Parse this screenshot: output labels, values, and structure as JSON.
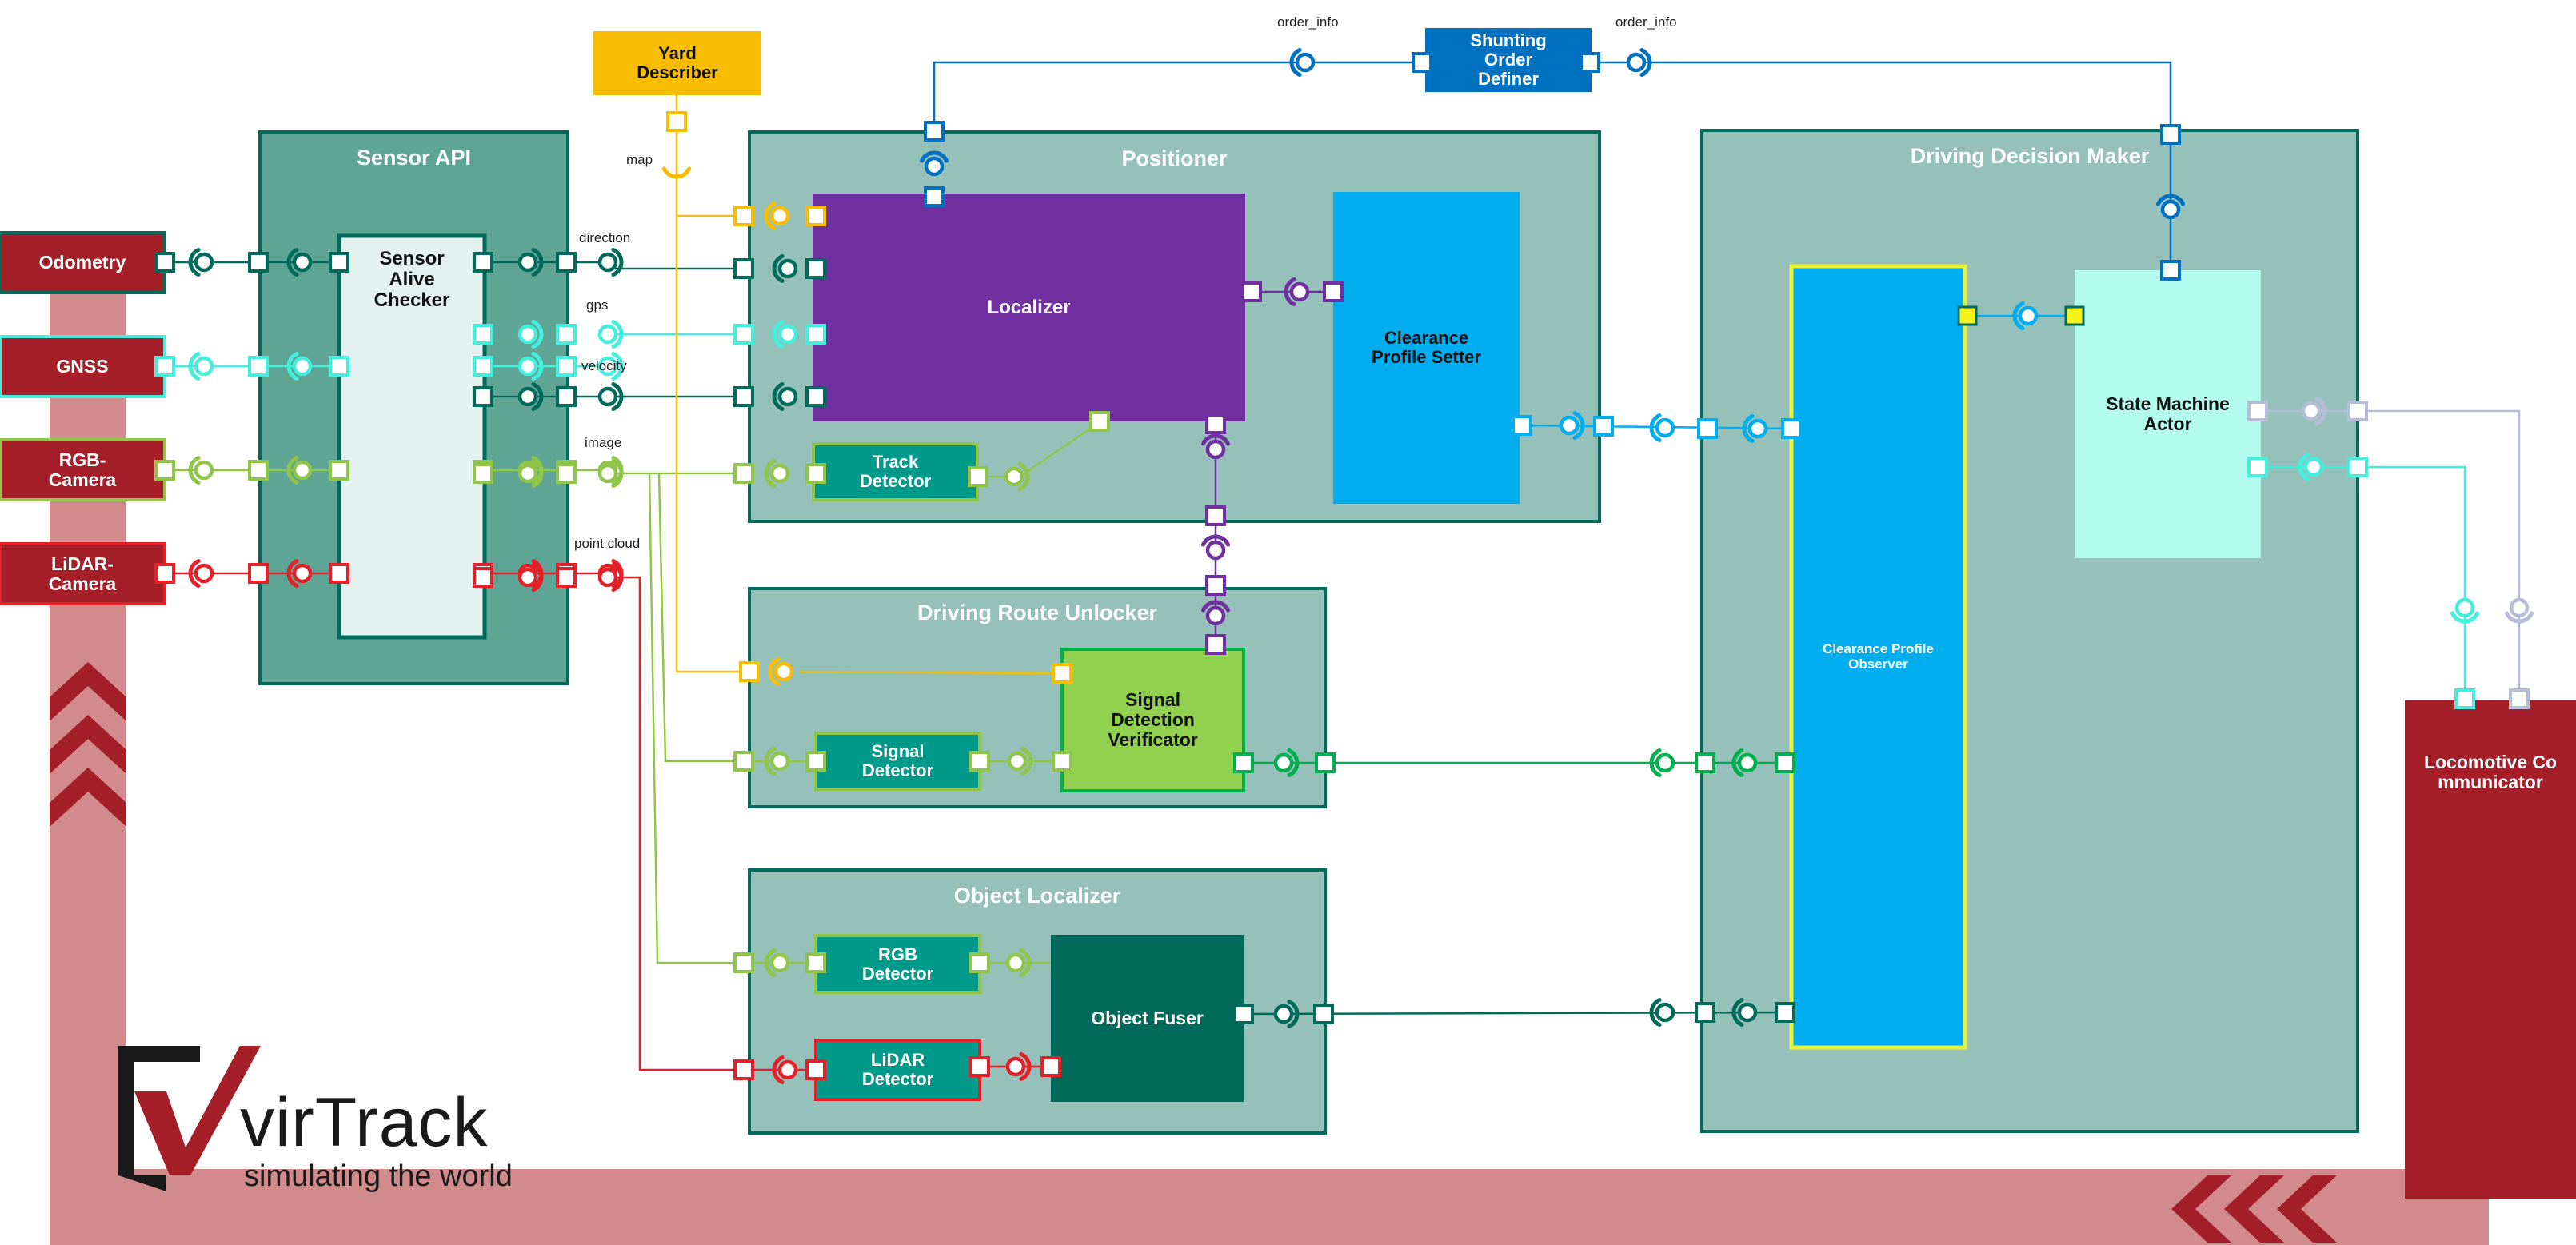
{
  "colors": {
    "outer_teal": "#5fa596",
    "light_teal": "#96c1bb",
    "inner_pale": "#e3f2f1",
    "dark_green": "#006b5a",
    "mid_green": "#00998a",
    "maroon": "#a41f28",
    "pink_band": "#d18b8d",
    "yellow": "#f8bd00",
    "cyan": "#44eedd",
    "lime": "#8fc548",
    "red": "#e42128",
    "purple": "#7030a0",
    "sky": "#00adee",
    "blue": "#0070c0",
    "signal_green": "#00b04f",
    "aqua_light": "#b3fbef",
    "lavender": "#b7bdd9",
    "lime_fill": "#92d050"
  },
  "sources": {
    "odometry": "Odometry",
    "gnss": "GNSS",
    "rgb_camera": "RGB-Camera",
    "lidar_camera": "LiDAR-Camera"
  },
  "sensor_api": {
    "title": "Sensor API",
    "checker": "Sensor Alive Checker"
  },
  "port_labels": {
    "direction": "direction",
    "gps": "gps",
    "velocity": "velocity",
    "image": "image",
    "point_cloud": "point cloud",
    "map": "map",
    "order_info_left": "order_info",
    "order_info_right": "order_info"
  },
  "yard_describer": "Yard Describer",
  "shunting_order_definer": "Shunting Order Definer",
  "positioner": {
    "title": "Positioner",
    "localizer": "Localizer",
    "track_detector": "Track Detector",
    "clearance_profile_setter": "Clearance Profile Setter"
  },
  "driving_route_unlocker": {
    "title": "Driving Route Unlocker",
    "signal_detector": "Signal Detector",
    "signal_detection_verificator": "Signal Detection Verificator"
  },
  "object_localizer": {
    "title": "Object Localizer",
    "rgb_detector": "RGB Detector",
    "lidar_detector": "LiDAR Detector",
    "object_fuser": "Object Fuser"
  },
  "driving_decision_maker": {
    "title": "Driving Decision Maker",
    "clearance_profile_observer": "Clearance Profile Observer",
    "state_machine_actor": "State Machine Actor"
  },
  "locomotive_communicator": "Locomotive Communicator",
  "logo": {
    "wordmark": "virTrack",
    "tagline": "simulating the world"
  }
}
